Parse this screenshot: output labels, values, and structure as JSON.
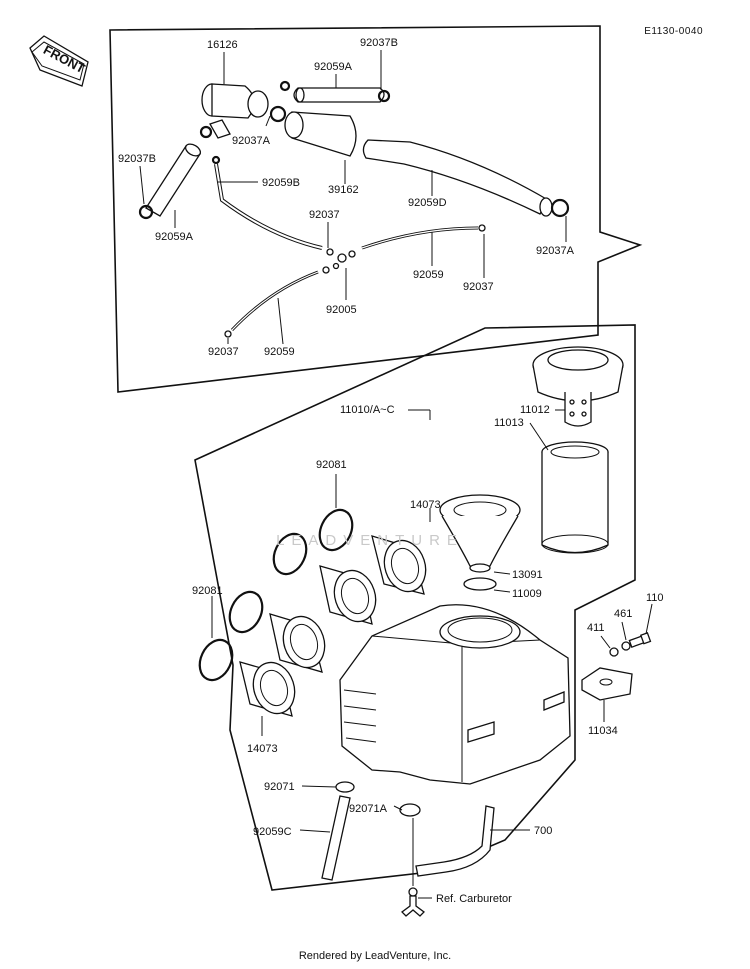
{
  "header": {
    "diagram_code": "E1130-0040"
  },
  "front_badge": {
    "label": "FRONT"
  },
  "watermark": {
    "text": "LEADVENTURE"
  },
  "footer": {
    "rendered_by": "Rendered by LeadVenture, Inc."
  },
  "parts": {
    "p16126": "16126",
    "p92037B_top": "92037B",
    "p92059A_top": "92059A",
    "p92037A_left": "92037A",
    "p92037B_left": "92037B",
    "p92059B": "92059B",
    "p39162": "39162",
    "p92059D": "92059D",
    "p92059A_left": "92059A",
    "p92037_mid": "92037",
    "p92037A_right": "92037A",
    "p92059_right": "92059",
    "p92037_right": "92037",
    "p92005": "92005",
    "p92037_bottom": "92037",
    "p92059_bottom": "92059",
    "p11010": "11010/A~C",
    "p11012": "11012",
    "p11013": "11013",
    "p92081_top": "92081",
    "p14073_top": "14073",
    "p92081_left": "92081",
    "p13091": "13091",
    "p11009": "11009",
    "p461": "461",
    "p110": "110",
    "p411": "411",
    "p14073_bottom": "14073",
    "p11034": "11034",
    "p92071": "92071",
    "p92071A": "92071A",
    "p92059C": "92059C",
    "p700": "700",
    "ref_carburetor": "Ref.  Carburetor"
  }
}
